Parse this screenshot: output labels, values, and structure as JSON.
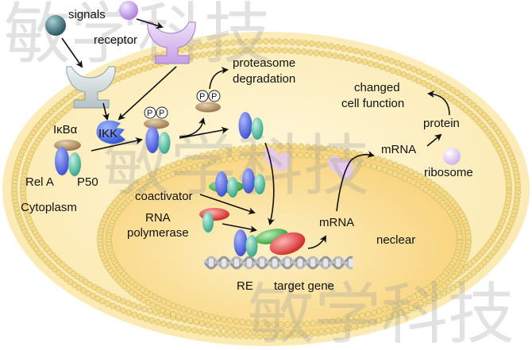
{
  "labels": {
    "signals": "signals",
    "receptor": "receptor",
    "proteasome": "proteasome",
    "degradation": "degradation",
    "changed": "changed",
    "cell_function": "cell function",
    "protein": "protein",
    "mrna_cyto": "mRNA",
    "ribosome": "ribosome",
    "ikba": "IκBα",
    "ikk": "IKK",
    "rela": "Rel A",
    "p50": "P50",
    "cytoplasm": "Cytoplasm",
    "coactivator": "coactivator",
    "rna": "RNA",
    "polymerase": "polymerase",
    "mrna_nuc": "mRNA",
    "neclear": "neclear",
    "re": "RE",
    "target_gene": "target gene",
    "phospho": "P"
  },
  "watermark": "敏学科技",
  "colors": {
    "cell_fill": "#fcefc0",
    "nucleus_fill": "#fad985",
    "membrane_bead": "#f2dc8c",
    "rela_blue": "#5a6fe0",
    "p50_teal": "#4fc4a8",
    "ikba_brown": "#b88f5e",
    "ikk_blue": "#4d78e8",
    "signal_teal": "#2f6b78",
    "signal_purple": "#c8a6ea",
    "receptor_purple": "#d8b8ec",
    "receptor_gray": "#c8d3d5",
    "coactivator_green": "#2daa2d",
    "polymerase_red": "#e01e1e",
    "ribosome_purple": "#e4cff4",
    "dna_gray": "#c0c0c0"
  },
  "icons": [
    "signal-ball",
    "receptor",
    "ikk-complex",
    "nfkb-dimer",
    "proteasome",
    "coactivator",
    "rna-polymerase",
    "dna-helix",
    "ribosome",
    "nuclear-pore"
  ]
}
